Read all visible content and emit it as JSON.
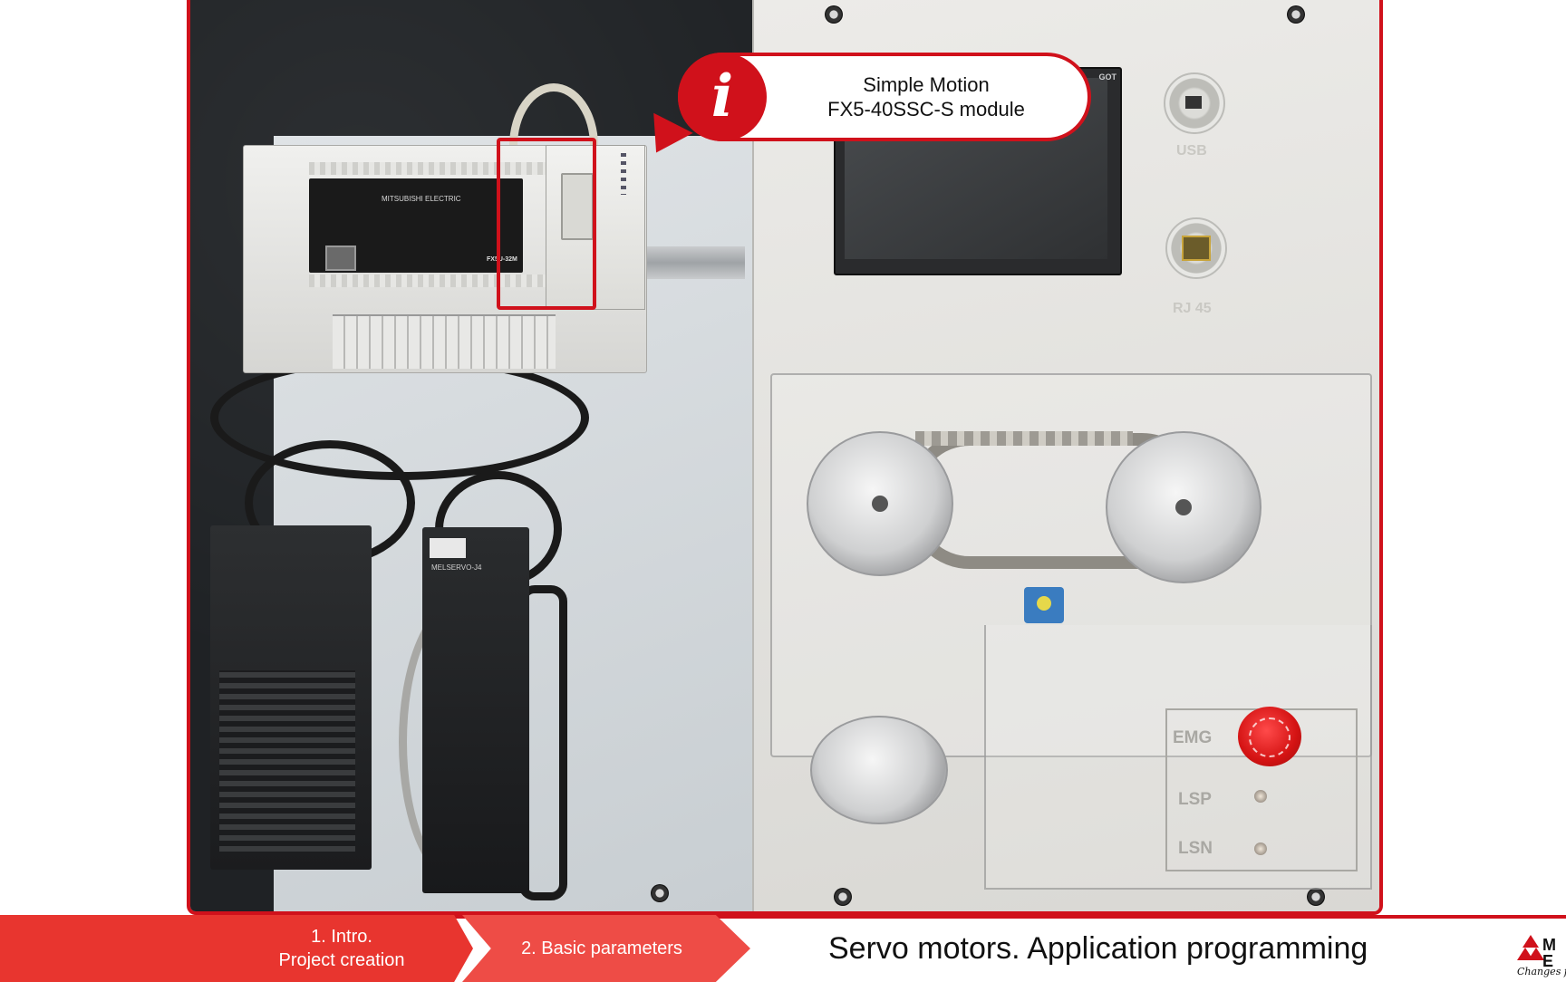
{
  "callout": {
    "icon": "info-icon",
    "icon_glyph": "i",
    "line1": "Simple Motion",
    "line2": "FX5-40SSC-S module"
  },
  "photo": {
    "plc_model": "FX5U-32M",
    "plc_brand": "MITSUBISHI ELECTRIC",
    "amp_label": "MELSERVO-J4",
    "hmi_brand": "GOT",
    "panel_labels": {
      "port1": "USB",
      "port2": "RJ 45",
      "emg": "EMG",
      "lsp": "LSP",
      "lsn": "LSN"
    }
  },
  "nav": {
    "step1_line1": "1. Intro.",
    "step1_line2": "Project creation",
    "step2": "2. Basic parameters",
    "course_title": "Servo motors. Application programming"
  },
  "logo": {
    "text_line1": "M",
    "text_line2": "E",
    "tagline": "Changes for the Better"
  },
  "colors": {
    "accent_red": "#d0111b",
    "nav_step1": "#e8352f",
    "nav_step2": "#ee4c46"
  }
}
